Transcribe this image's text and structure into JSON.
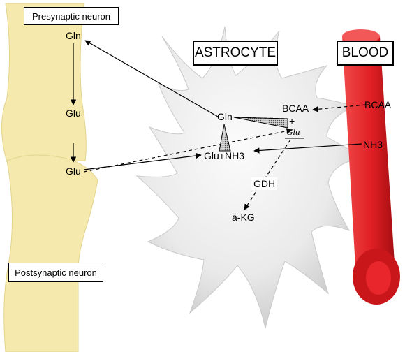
{
  "labels": {
    "presynaptic": "Presynaptic neuron",
    "postsynaptic": "Postsynaptic neuron",
    "astrocyte": "ASTROCYTE",
    "blood": "BLOOD"
  },
  "nodes": {
    "pre_gln": "Gln",
    "pre_glu": "Glu",
    "synapse_glu": "Glu",
    "astro_gln": "Gln",
    "astro_bcaa": "BCAA",
    "plus": "+",
    "astro_glu_italic": "Glu",
    "astro_glu_nh3": "Glu+NH3",
    "gdh": "GDH",
    "akg": "a-KG",
    "blood_bcaa": "BCAA",
    "blood_nh3": "NH3"
  },
  "colors": {
    "neuron": "#f5e9ad",
    "astrocyte": "#ececec",
    "blood_vessel": "#e8262b",
    "arrow": "#000000"
  }
}
